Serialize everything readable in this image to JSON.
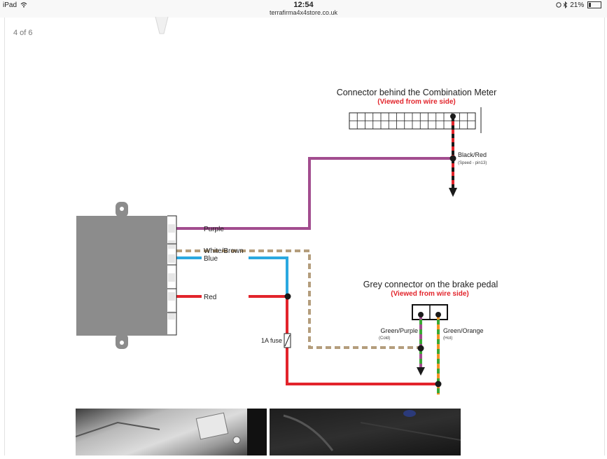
{
  "status_bar": {
    "device": "iPad",
    "wifi_icon": "wifi-icon",
    "time": "12:54",
    "url": "terrafirma4x4store.co.uk",
    "location_icon": "location-arrow-icon",
    "bluetooth_icon": "bluetooth-icon",
    "battery_percent": "21%",
    "battery_level": 0.21
  },
  "page": {
    "counter": "4 of 6"
  },
  "diagram": {
    "meter_connector_title": "Connector behind the Combination Meter",
    "meter_connector_subtitle": "(Viewed from wire side)",
    "black_red_label": "Black/Red",
    "black_red_sub": "(Speed - pin13)",
    "purple_label": "Purple",
    "white_brown_label": "White/Brown",
    "blue_label": "Blue",
    "red_label": "Red",
    "fuse_label": "1A fuse",
    "brake_connector_title": "Grey connector on the brake pedal",
    "brake_connector_subtitle": "(Viewed from wire side)",
    "green_purple_label": "Green/Purple",
    "green_purple_sub": "(Cold)",
    "green_orange_label": "Green/Orange",
    "green_orange_sub": "(Hot)",
    "colors": {
      "purple": "#a24d8f",
      "white_brown": "#b49d7c",
      "blue": "#2aa8e0",
      "red": "#e2242b",
      "black": "#1a1a1a",
      "green": "#3aa935",
      "orange": "#f39223",
      "unit_grey": "#8c8c8c",
      "subtitle_red": "#e2242b"
    }
  },
  "photos": [
    {
      "name": "photo-left"
    },
    {
      "name": "photo-right"
    }
  ]
}
